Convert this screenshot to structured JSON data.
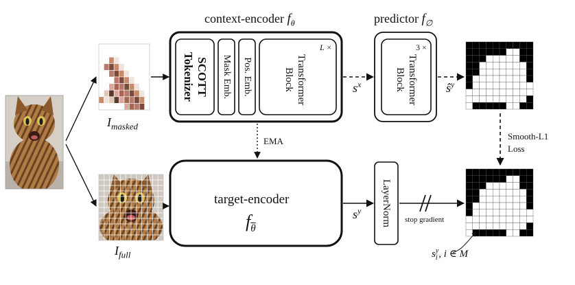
{
  "labels": {
    "context_encoder": "context-encoder",
    "context_encoder_sub": "θ",
    "predictor": "predictor",
    "predictor_sub": "∅",
    "target_encoder": "target-encoder",
    "target_encoder_f": "f",
    "target_encoder_sub": "θ",
    "scott_tokenizer_line1": "SCOTT",
    "scott_tokenizer_line2": "Tokenizer",
    "mask_emb": "Mask Emb.",
    "pos_emb": "Pos. Emb.",
    "transformer_block_line1": "Transformer",
    "transformer_block_line2": "Block",
    "context_repeat": "L ×",
    "predictor_repeat": "3 ×",
    "layernorm": "LayerNorm",
    "ema": "EMA",
    "smooth_l1_line1": "Smooth-L1",
    "smooth_l1_line2": "Loss",
    "stop_gradient": "stop gradient",
    "sx": "s",
    "sx_sup": "x",
    "shat_y": "ŝ",
    "shat_y_sup": "y",
    "sy": "s",
    "sy_sup": "y",
    "I_masked": "I",
    "I_masked_sub": "masked",
    "I_full": "I",
    "I_full_sub": "full",
    "siy": "s",
    "siy_sup": "y",
    "siy_sub": "i",
    "siy_tail": ", i ∈ M"
  },
  "icons": {
    "cat_photo": "cat-photo",
    "masked_patch_grid": "masked-cat-patch-grid",
    "full_patch_grid": "full-cat-patch-grid",
    "predicted_mask_grid": "predicted-representation-grid",
    "target_mask_grid": "target-representation-grid"
  },
  "grid": {
    "rows": 10,
    "cols": 10,
    "white_cells": [
      [
        1,
        6
      ],
      [
        1,
        7
      ],
      [
        2,
        3
      ],
      [
        2,
        4
      ],
      [
        2,
        5
      ],
      [
        2,
        6
      ],
      [
        2,
        7
      ],
      [
        3,
        2
      ],
      [
        3,
        3
      ],
      [
        3,
        4
      ],
      [
        3,
        5
      ],
      [
        3,
        6
      ],
      [
        3,
        7
      ],
      [
        3,
        8
      ],
      [
        4,
        2
      ],
      [
        4,
        3
      ],
      [
        4,
        4
      ],
      [
        4,
        5
      ],
      [
        4,
        6
      ],
      [
        4,
        7
      ],
      [
        4,
        8
      ],
      [
        5,
        1
      ],
      [
        5,
        2
      ],
      [
        5,
        3
      ],
      [
        5,
        4
      ],
      [
        5,
        5
      ],
      [
        5,
        6
      ],
      [
        5,
        7
      ],
      [
        5,
        8
      ],
      [
        6,
        1
      ],
      [
        6,
        2
      ],
      [
        6,
        3
      ],
      [
        6,
        4
      ],
      [
        6,
        5
      ],
      [
        6,
        6
      ],
      [
        6,
        7
      ],
      [
        6,
        8
      ],
      [
        6,
        9
      ],
      [
        7,
        0
      ],
      [
        7,
        1
      ],
      [
        7,
        2
      ],
      [
        7,
        3
      ],
      [
        7,
        4
      ],
      [
        7,
        5
      ],
      [
        7,
        6
      ],
      [
        7,
        7
      ],
      [
        7,
        8
      ],
      [
        7,
        9
      ],
      [
        8,
        0
      ],
      [
        8,
        1
      ],
      [
        8,
        2
      ],
      [
        8,
        3
      ],
      [
        8,
        4
      ],
      [
        8,
        5
      ],
      [
        8,
        6
      ],
      [
        8,
        7
      ],
      [
        8,
        8
      ],
      [
        9,
        0
      ],
      [
        9,
        6
      ],
      [
        9,
        7
      ]
    ]
  },
  "colors": {
    "grid_black": "#000000",
    "grid_white": "#ffffff",
    "stroke": "#111111",
    "cat_fur": "#a8743e",
    "cat_dark": "#4a2e16",
    "background_wall": "#cfc8c0"
  }
}
